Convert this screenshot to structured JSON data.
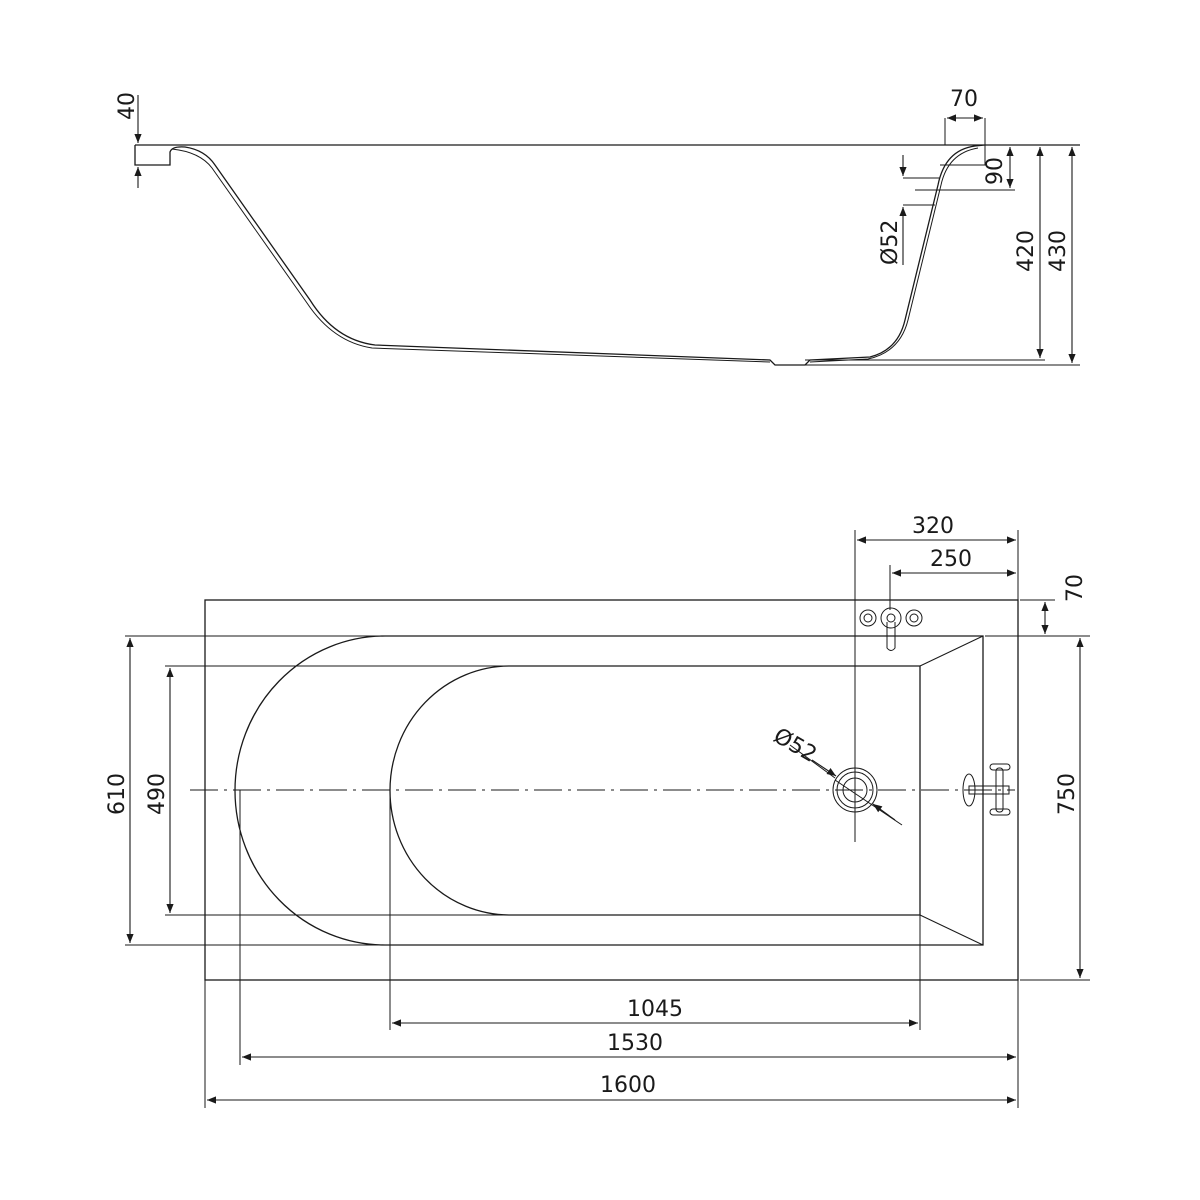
{
  "side_view": {
    "rim_height": "40",
    "rim_width": "70",
    "overflow_offset": "90",
    "overflow_diameter": "Ø52",
    "inner_height": "420",
    "total_height": "430"
  },
  "top_view": {
    "tap_distance_1": "320",
    "tap_distance_2": "250",
    "rim_width": "70",
    "drain_diameter": "Ø52",
    "outer_inner_width": "610",
    "basin_width": "490",
    "total_width": "750",
    "basin_length": "1045",
    "inner_length": "1530",
    "total_length": "1600"
  }
}
